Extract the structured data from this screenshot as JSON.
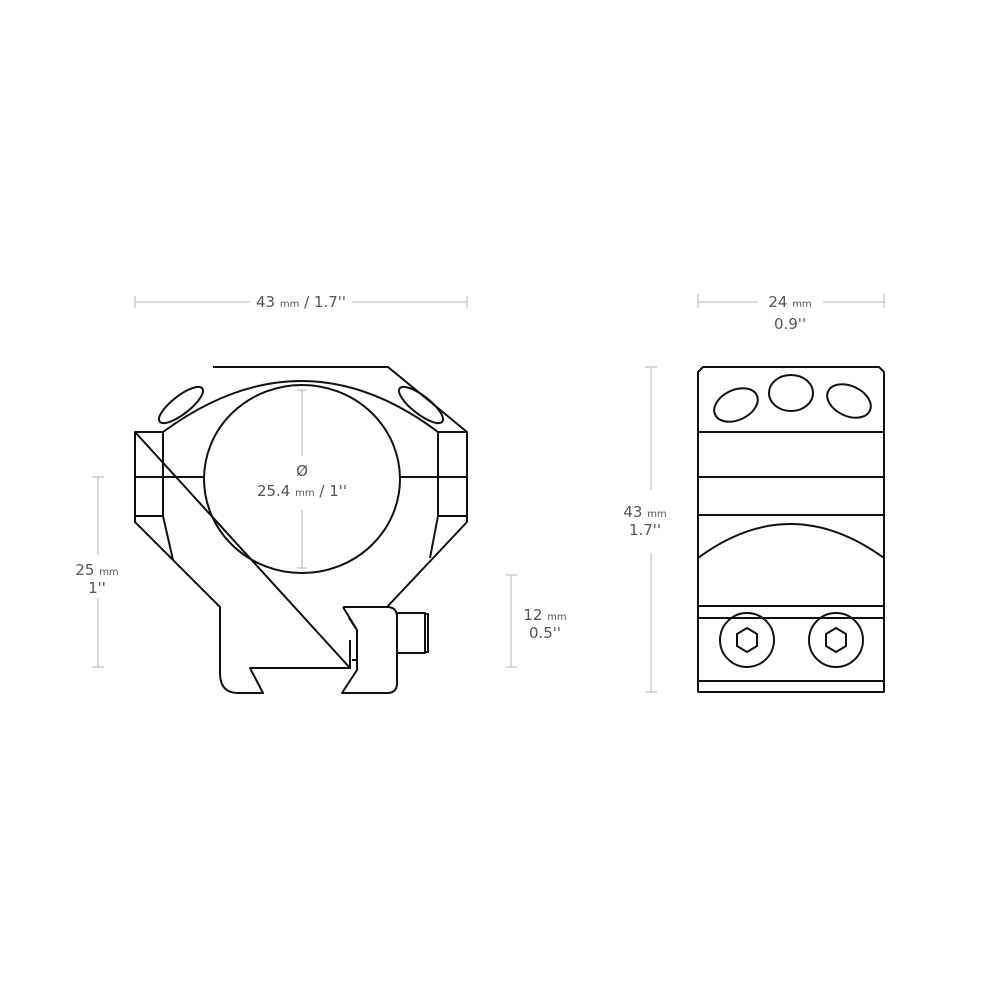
{
  "front_view": {
    "width_label": {
      "value": "43",
      "unit": "mm",
      "imperial": "/ 1.7''"
    },
    "bore_label": {
      "symbol": "Ø",
      "value": "25.4",
      "unit": "mm",
      "imperial": "/ 1''"
    },
    "height_label": {
      "value": "25",
      "unit": "mm",
      "imperial": "1''"
    },
    "base_label": {
      "value": "12",
      "unit": "mm",
      "imperial": "0.5''"
    }
  },
  "side_view": {
    "width_label": {
      "value": "24",
      "unit": "mm",
      "imperial": "0.9''"
    },
    "height_label": {
      "value": "43",
      "unit": "mm",
      "imperial": "1.7''"
    }
  },
  "colors": {
    "outline": "#111111",
    "dimension": "#b4b4b4",
    "text": "#555555"
  }
}
